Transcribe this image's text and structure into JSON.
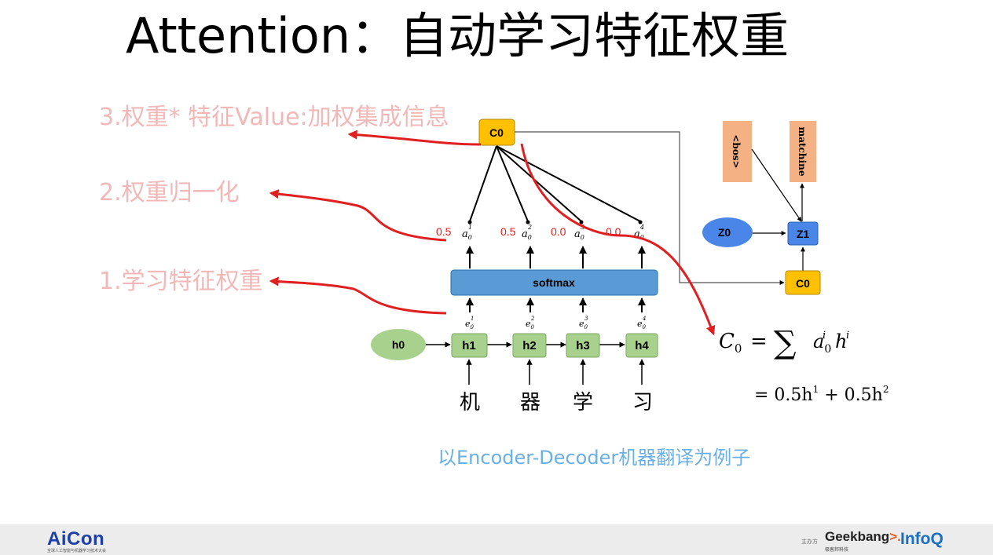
{
  "title": "Attention：自动学习特征权重",
  "steps": {
    "step3": "3.权重* 特征Value:加权集成信息",
    "step2": "2.权重归一化",
    "step1": "1.学习特征权重"
  },
  "diagram": {
    "c0_top": "C0",
    "softmax": "softmax",
    "weights": [
      "0.5",
      "0.5",
      "0.0",
      "0.0"
    ],
    "a_labels": [
      "a",
      "a",
      "a",
      "a"
    ],
    "a_sup": [
      "1",
      "2",
      "3",
      "4"
    ],
    "a_sub": "0",
    "e_labels": [
      "e",
      "e",
      "e",
      "e"
    ],
    "e_sup": [
      "1",
      "2",
      "3",
      "4"
    ],
    "e_sub": "0",
    "h0": "h0",
    "hidden": [
      "h1",
      "h2",
      "h3",
      "h4"
    ],
    "inputs": [
      "机",
      "器",
      "学",
      "习"
    ],
    "bos": "<bos>",
    "matchine": "matchine",
    "z0": "Z0",
    "z1": "Z1",
    "c0_right": "C0"
  },
  "formula": {
    "line1_lhs": "C",
    "line1_lhs_sub": "0",
    "line1_eq": "=",
    "line1_sum": "∑",
    "line1_a": "a",
    "line1_a_sup": "i",
    "line1_a_sub": "0",
    "line1_h": "h",
    "line1_h_sup": "i",
    "line2": "= 0.5h",
    "line2_sup1": "1",
    "line2_mid": " + 0.5h",
    "line2_sup2": "2"
  },
  "caption": "以Encoder-Decoder机器翻译为例子",
  "footer": {
    "aicon": "AiCon",
    "aicon_sub": "全球人工智能与机器学习技术大会",
    "sponsor_label": "主办方",
    "geekbang": "Geekbang",
    "geekbang_sub": "极客邦科技",
    "infoq": "InfoQ"
  },
  "colors": {
    "green_node": "#a9d18e",
    "orange_node": "#ffc000",
    "blue_bar": "#5b9bd5",
    "blue_node": "#4a86e8",
    "salmon": "#f4b183",
    "red_arrow": "#e02020",
    "step_text": "#f2b8b8",
    "caption_text": "#6ab0e6"
  }
}
